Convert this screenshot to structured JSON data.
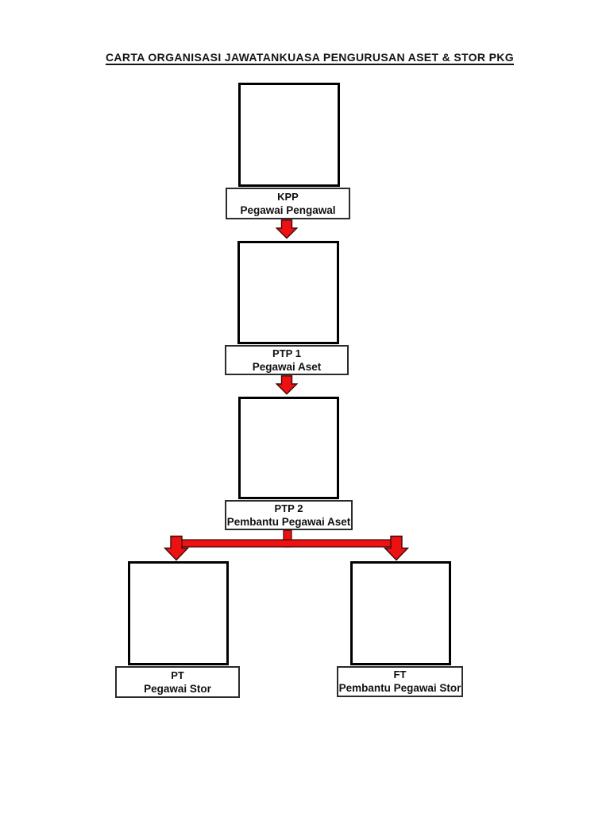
{
  "title": "CARTA ORGANISASI JAWATANKUASA PENGURUSAN ASET & STOR PKG",
  "org_chart": {
    "type": "org-hierarchy-diagram",
    "nodes": [
      {
        "code": "KPP",
        "role": "Pegawai Pengawal",
        "reports_to": null
      },
      {
        "code": "PTP 1",
        "role": "Pegawai Aset",
        "reports_to": "KPP"
      },
      {
        "code": "PTP 2",
        "role": "Pembantu Pegawai Aset",
        "reports_to": "PTP 1"
      },
      {
        "code": "PT",
        "role": "Pegawai Stor",
        "reports_to": "PTP 2"
      },
      {
        "code": "FT",
        "role": "Pembantu Pegawai Stor",
        "reports_to": "PTP 2"
      }
    ],
    "edges": [
      {
        "from": "KPP",
        "to": "PTP 1",
        "style": "red-block-arrow-down"
      },
      {
        "from": "PTP 1",
        "to": "PTP 2",
        "style": "red-block-arrow-down"
      },
      {
        "from": "PTP 2",
        "to": "PT",
        "style": "red-branch-arrow-down"
      },
      {
        "from": "PTP 2",
        "to": "FT",
        "style": "red-branch-arrow-down"
      }
    ],
    "photo_placeholders": "empty white squares with black border above each label"
  },
  "colors": {
    "background": "#ffffff",
    "box_border": "#000000",
    "label_border": "#2b2b2b",
    "arrow_fill": "#ee1111",
    "arrow_outline": "#3f0a0a",
    "text": "#101010"
  }
}
